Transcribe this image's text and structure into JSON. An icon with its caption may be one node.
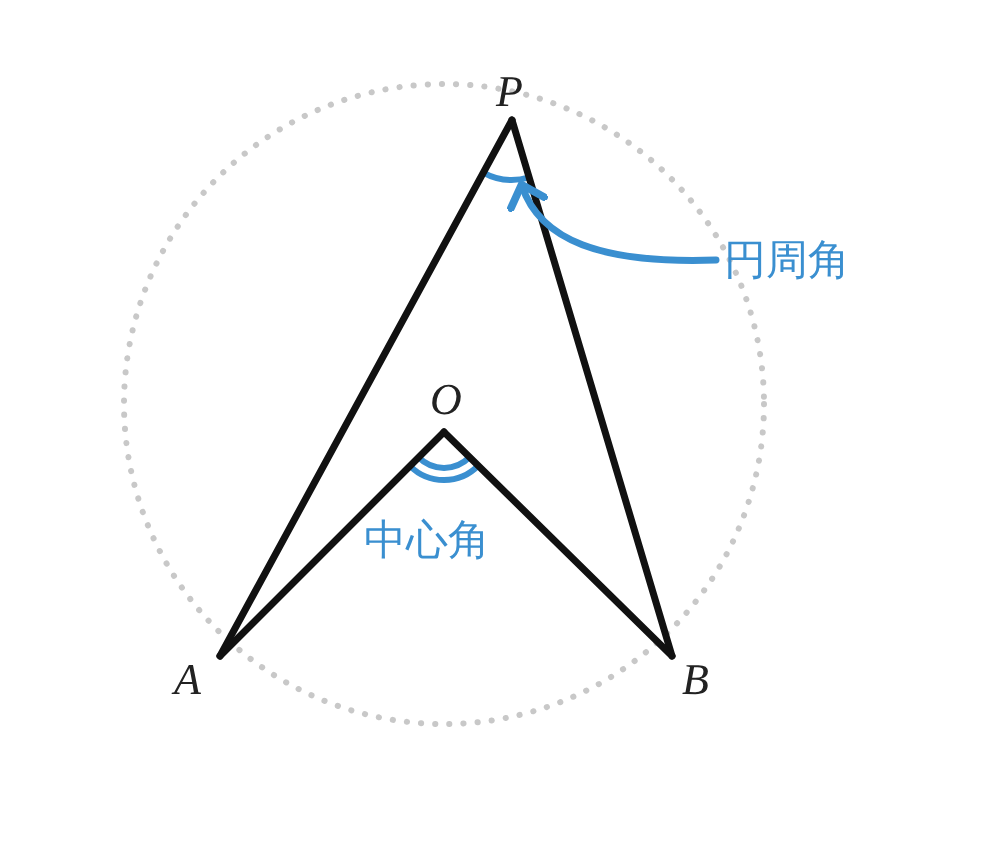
{
  "diagram": {
    "nodes": [
      {
        "text": [
          "P"
        ]
      },
      {
        "text": [
          "A"
        ]
      },
      {
        "text": [
          "B"
        ]
      },
      {
        "text": [
          "O"
        ]
      },
      {
        "text": [
          "円周角"
        ]
      },
      {
        "text": [],
        "shape": "arc"
      }
    ],
    "edges": [
      {
        "from": 0,
        "to": 1,
        "arrow": "none"
      },
      {
        "from": 0,
        "to": 2,
        "arrow": "none"
      },
      {
        "from": 3,
        "to": 1,
        "arrow": "none"
      },
      {
        "from": 3,
        "to": 2,
        "arrow": "none"
      },
      {
        "from": 4,
        "to": 5,
        "arrow": "to",
        "color": "#3a8fd0"
      }
    ],
    "labels": [
      "中心角"
    ]
  }
}
